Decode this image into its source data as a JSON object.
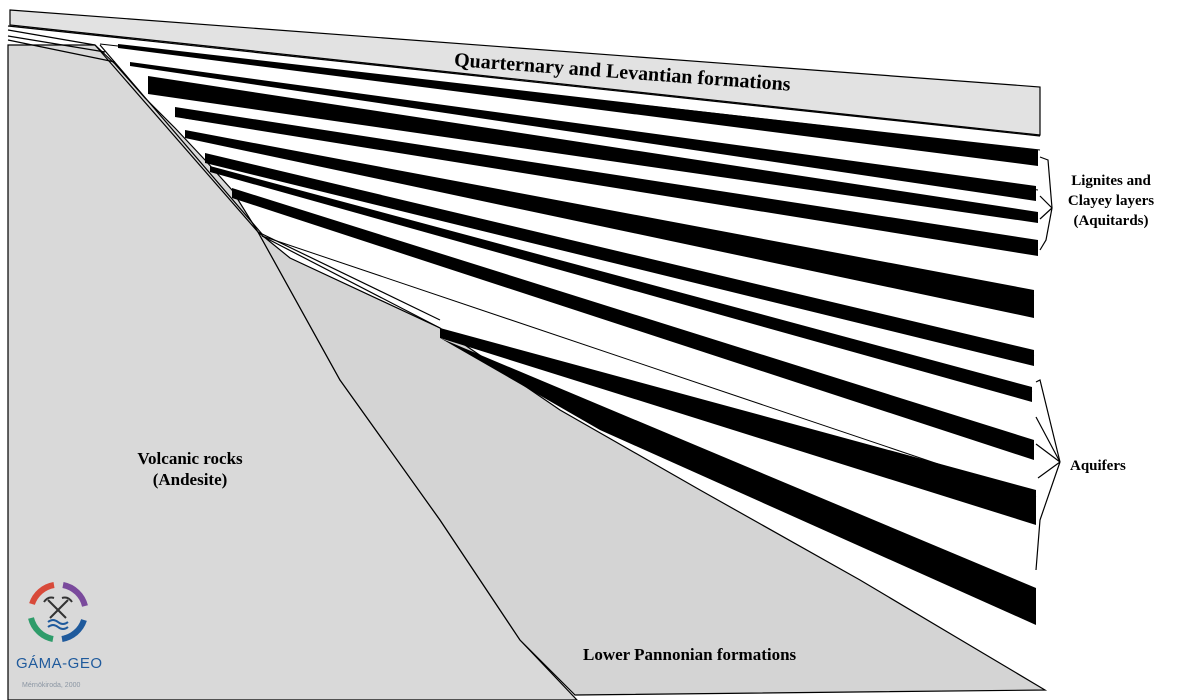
{
  "labels": {
    "quaternary": "Quarternary and Levantian formations",
    "volcanic_line1": "Volcanic rocks",
    "volcanic_line2": "(Andesite)",
    "lower_pannonian": "Lower Pannonian formations",
    "lignites_line1": "Lignites and",
    "lignites_line2": "Clayey layers",
    "lignites_line3": "(Aquitards)",
    "aquifers": "Aquifers"
  },
  "logo": {
    "name": "GÁMA-GEO",
    "subtitle": "Mérnökiroda, 2000"
  },
  "colors": {
    "volcanic_fill": "#d9d9d9",
    "pannonian_fill": "#d4d4d4",
    "quaternary_fill": "#e2e2e2",
    "lignite_fill": "#000000",
    "aquifer_fill": "#ffffff",
    "logo_blue": "#1f5a9c",
    "logo_green": "#2e9c6a",
    "logo_purple": "#7a4a9c",
    "logo_red": "#d84a3a"
  }
}
